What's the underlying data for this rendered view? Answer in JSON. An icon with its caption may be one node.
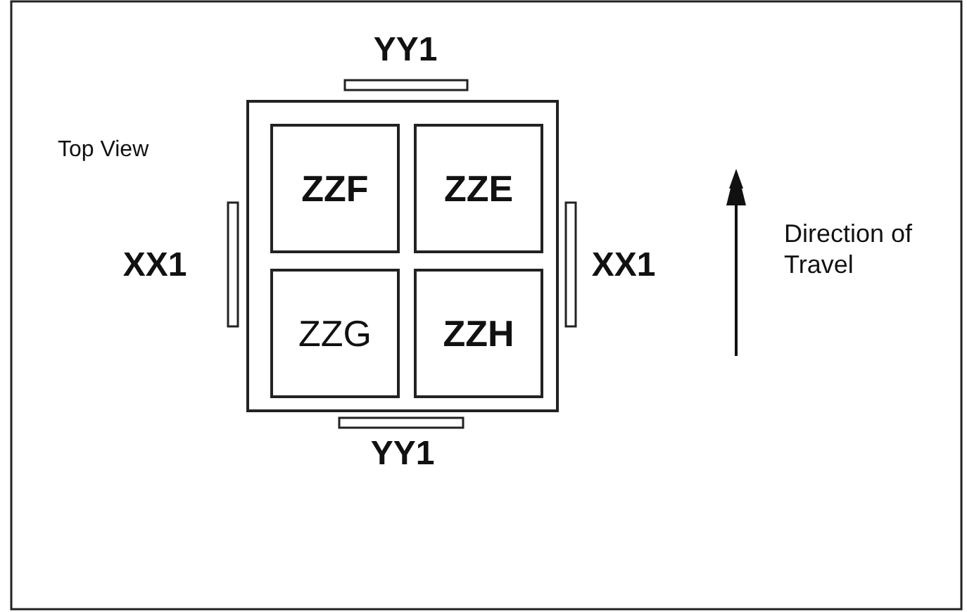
{
  "diagram": {
    "nodes": [
      {
        "text": [],
        "shape": "box"
      },
      {
        "text": [
          "ZZF"
        ],
        "in": 0
      },
      {
        "text": [
          "ZZE"
        ],
        "in": 0
      },
      {
        "text": [
          "ZZG"
        ],
        "in": 0
      },
      {
        "text": [
          "ZZH"
        ],
        "in": 0
      }
    ],
    "labels": [
      "YY1",
      "Top View",
      "XX1",
      "XX1",
      "Direction of Travel",
      "YY1"
    ]
  }
}
